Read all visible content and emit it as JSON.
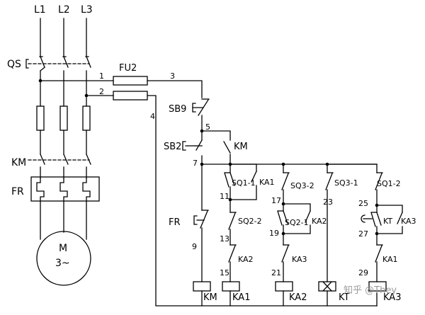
{
  "phases": [
    "L1",
    "L2",
    "L3"
  ],
  "power_labels": {
    "qs": "QS",
    "fu2": "FU2",
    "km_main": "KM",
    "fr_main": "FR",
    "motor": "M",
    "motor_sub": "3~"
  },
  "wires": {
    "w1": "1",
    "w2": "2",
    "w3": "3",
    "w4": "4",
    "w5": "5",
    "w7": "7",
    "w9": "9",
    "w11": "11",
    "w13": "13",
    "w15": "15",
    "w17": "17",
    "w19": "19",
    "w21": "21",
    "w23": "23",
    "w25": "25",
    "w27": "27",
    "w29": "29"
  },
  "control_labels": {
    "sb9": "SB9",
    "sb2": "SB2",
    "km_hold": "KM",
    "fr_nc": "FR",
    "sq1_1": "SQ1-1",
    "ka1_a": "KA1",
    "sq2_2": "SQ2-2",
    "ka2_il": "KA2",
    "sq3_2": "SQ3-2",
    "ka2_hold": "KA2",
    "sq2_1": "SQ2-1",
    "ka3_il": "KA3",
    "sq3_1": "SQ3-1",
    "sq1_2": "SQ1-2",
    "kt_c": "KT",
    "ka3_hold": "KA3",
    "ka1_il": "KA1"
  },
  "coils": [
    "KM",
    "KA1",
    "KA2",
    "KT",
    "KA3"
  ],
  "watermark": "知乎 @They"
}
